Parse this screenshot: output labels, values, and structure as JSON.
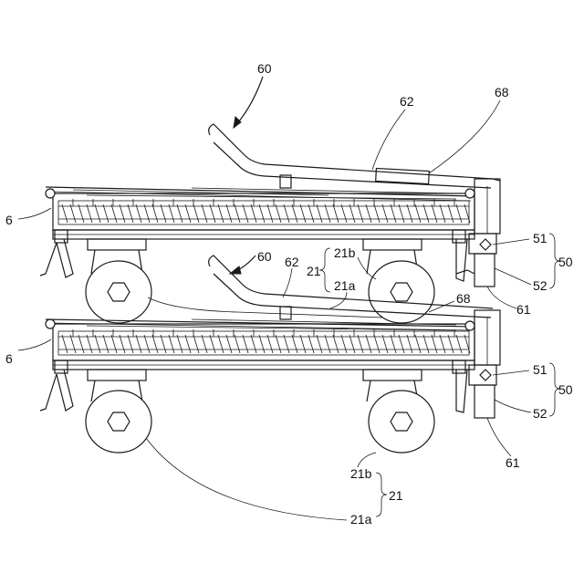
{
  "labels": {
    "l60_top": "60",
    "l62_top": "62",
    "l68_top": "68",
    "l6_top": "6",
    "l51_top": "51",
    "l50_top": "50",
    "l52_top": "52",
    "l61_top": "61",
    "l21b_top": "21b",
    "l21_top": "21",
    "l21a_top": "21a",
    "l60_mid": "60",
    "l62_mid": "62",
    "l68_mid": "68",
    "l6_bot": "6",
    "l51_bot": "51",
    "l50_bot": "50",
    "l52_bot": "52",
    "l61_bot": "61",
    "l21b_bot": "21b",
    "l21_bot": "21",
    "l21a_bot": "21a"
  }
}
